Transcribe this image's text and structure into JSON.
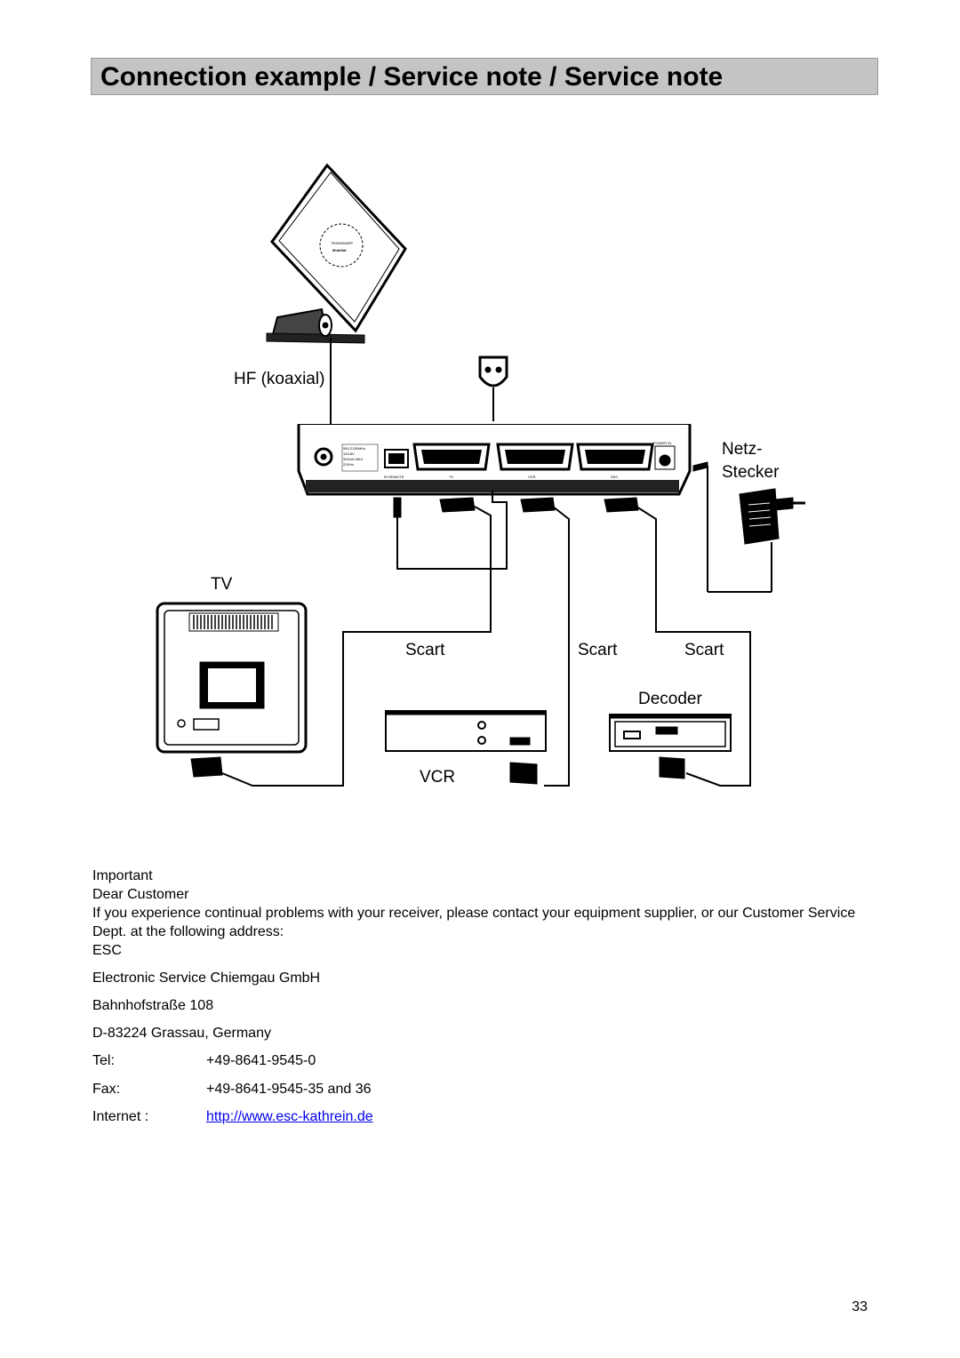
{
  "header": {
    "title": "Connection example / Service note / Service note"
  },
  "diagram": {
    "label_hf": "HF (koaxial)",
    "label_netz_line1": "Netz-",
    "label_netz_line2": "Stecker",
    "label_tv": "TV",
    "label_scart_vcr": "Scart",
    "label_scart_decoder_1": "Scart",
    "label_scart_decoder_2": "Scart",
    "label_decoder": "Decoder",
    "label_vcr": "VCR",
    "dish_brand": "MobiSat",
    "dish_model": "TRANSMARP",
    "port_labels": [
      "IR-REMOTE",
      "TV",
      "VCR",
      "DEC",
      "POWER IN"
    ]
  },
  "note": {
    "line1": "Important",
    "line2": "Dear Customer",
    "line3": "If you experience continual problems with your receiver, please contact your equipment supplier, or our Customer Service Dept. at the following address:",
    "line4": "ESC"
  },
  "address": {
    "company": "Electronic Service Chiemgau GmbH",
    "street": "Bahnhofstraße 108",
    "city": "D-83224 Grassau, Germany",
    "tel_label": "Tel:",
    "tel_value": "+49-8641-9545-0",
    "fax_label": "Fax:",
    "fax_value": "+49-8641-9545-35 and 36",
    "internet_label": "Internet :",
    "internet_value": "http://www.esc-kathrein.de"
  },
  "footer": {
    "page_number": "33"
  }
}
